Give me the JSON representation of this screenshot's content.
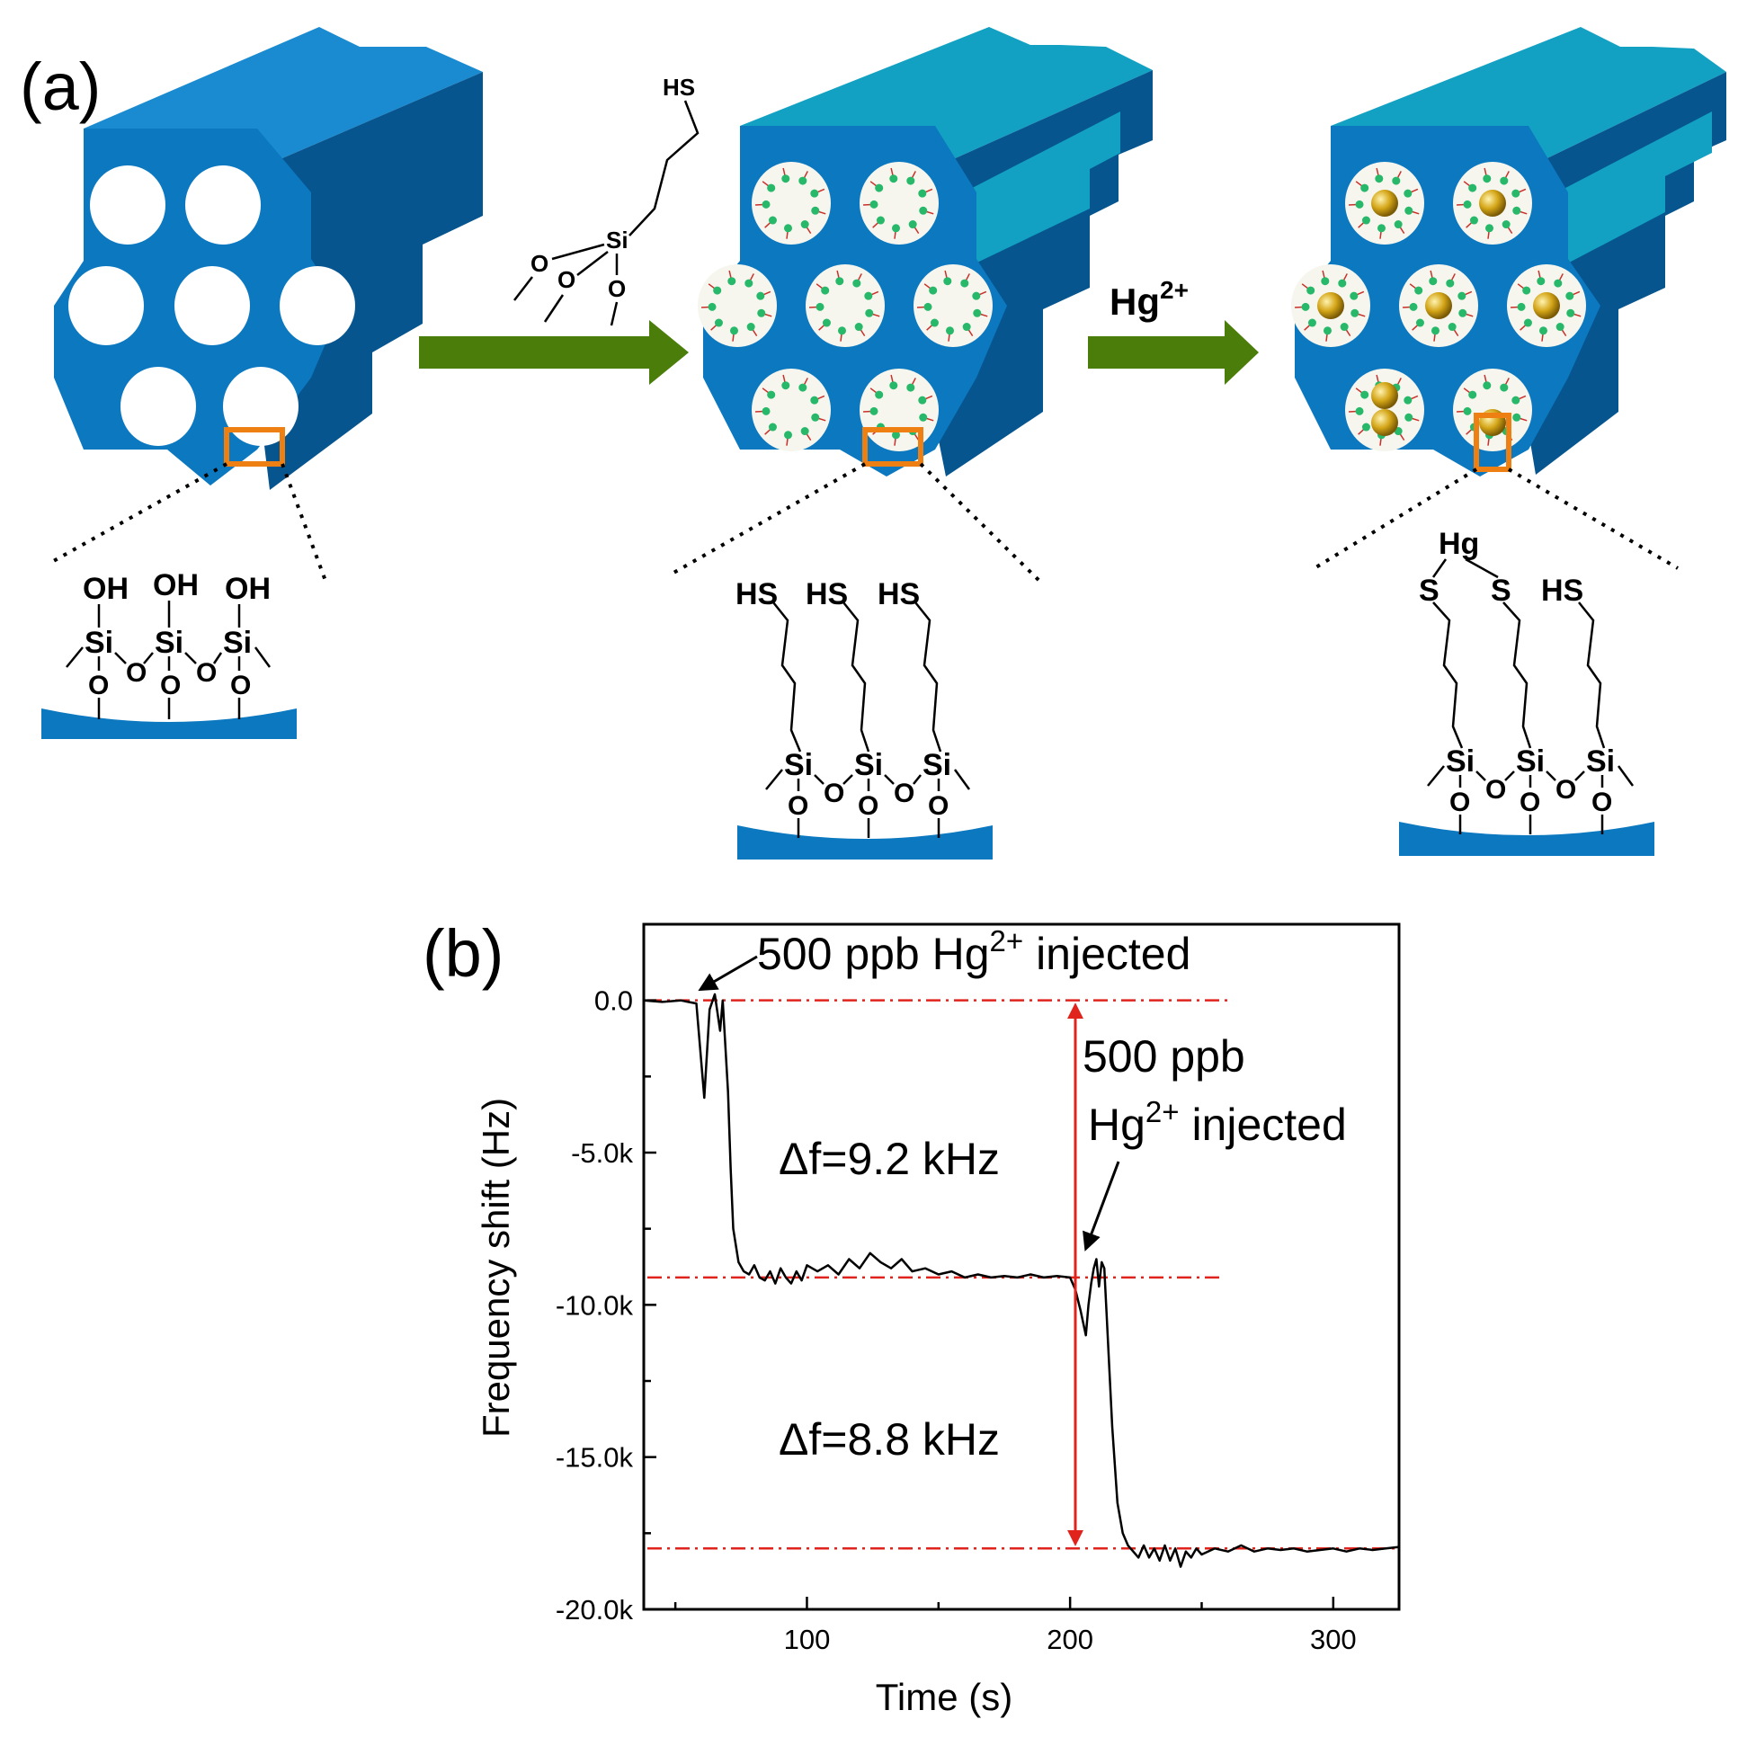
{
  "panels": {
    "a_label": "(a)",
    "b_label": "(b)"
  },
  "scheme": {
    "reagent_thiol": "HS",
    "reagent_si": "Si",
    "reagent_o": "O",
    "reagent_ion_base": "Hg",
    "reagent_ion_sup": "2+",
    "surface1_groups": [
      "OH",
      "OH",
      "OH"
    ],
    "si": "Si",
    "o": "O",
    "surface2_groups": [
      "HS",
      "HS",
      "HS"
    ],
    "surface3_hg": "Hg",
    "surface3_groups": [
      "S",
      "S",
      "HS"
    ]
  },
  "colors": {
    "silica_front": "#0b78c0",
    "silica_side": "#07558f",
    "silica_top": "#1a8bd0",
    "silica_top_functionalized": "#12a1c2",
    "arrow": "#4b7d0a",
    "highlight_box": "#ee7f13",
    "ligand_dot": "#27b86a",
    "hg_ball": "#d4a517",
    "guide_line": "#e0231d",
    "trace": "#000000"
  },
  "chart_data": {
    "type": "line",
    "xlabel": "Time (s)",
    "ylabel": "Frequency shift (Hz)",
    "xlim": [
      38,
      325
    ],
    "ylim": [
      -20000,
      2500
    ],
    "x_ticks": [
      100,
      200,
      300
    ],
    "x_tick_labels": [
      "100",
      "200",
      "300"
    ],
    "y_ticks": [
      0,
      -5000,
      -10000,
      -15000,
      -20000
    ],
    "y_tick_labels": [
      "0.0",
      "-5.0k",
      "-10.0k",
      "-15.0k",
      "-20.0k"
    ],
    "reference_levels": [
      0,
      -9100,
      -18000
    ],
    "grid": false,
    "series": [
      {
        "x": [
          38,
          45,
          52,
          58,
          61,
          63,
          65,
          67,
          68,
          70,
          71,
          72,
          74,
          76,
          78,
          80,
          82,
          84,
          86,
          88,
          90,
          92,
          94,
          96,
          98,
          100,
          104,
          108,
          112,
          116,
          120,
          124,
          128,
          132,
          136,
          140,
          145,
          150,
          155,
          160,
          165,
          170,
          175,
          180,
          185,
          190,
          195,
          200,
          202,
          204,
          206,
          207,
          208,
          209,
          210,
          211,
          212,
          213,
          214,
          216,
          218,
          220,
          222,
          224,
          226,
          228,
          230,
          232,
          234,
          236,
          238,
          240,
          242,
          244,
          246,
          248,
          250,
          255,
          260,
          265,
          270,
          275,
          280,
          285,
          290,
          295,
          300,
          305,
          310,
          315,
          320,
          325
        ],
        "y": [
          0,
          -50,
          0,
          -100,
          -3200,
          -300,
          200,
          -1000,
          0,
          -3000,
          -5500,
          -7500,
          -8600,
          -8900,
          -9000,
          -8700,
          -9100,
          -9200,
          -8900,
          -9300,
          -8800,
          -9100,
          -9300,
          -8900,
          -9200,
          -8700,
          -8900,
          -8700,
          -9000,
          -8500,
          -8800,
          -8300,
          -8600,
          -8800,
          -8500,
          -8900,
          -8800,
          -9000,
          -8900,
          -9100,
          -9000,
          -9100,
          -9050,
          -9100,
          -9000,
          -9100,
          -9050,
          -9100,
          -9500,
          -10200,
          -11000,
          -10000,
          -9300,
          -8800,
          -8500,
          -9400,
          -8600,
          -8800,
          -10500,
          -14000,
          -16500,
          -17500,
          -17900,
          -18100,
          -18300,
          -17900,
          -18300,
          -18000,
          -18400,
          -17900,
          -18400,
          -18000,
          -18600,
          -18100,
          -18300,
          -18000,
          -18200,
          -18000,
          -18100,
          -17900,
          -18100,
          -18000,
          -18050,
          -18000,
          -18100,
          -18050,
          -18000,
          -18100,
          -18000,
          -18050,
          -18000,
          -17950
        ]
      }
    ],
    "annotations": {
      "top_label_base": "500 ppb Hg",
      "top_label_sup": "2+",
      "top_label_tail": " injected",
      "side_label_line1": "500 ppb",
      "side_label_base": "Hg",
      "side_label_sup": "2+",
      "side_label_tail": " injected",
      "delta1": "Δf=9.2 kHz",
      "delta2": "Δf=8.8 kHz"
    }
  }
}
